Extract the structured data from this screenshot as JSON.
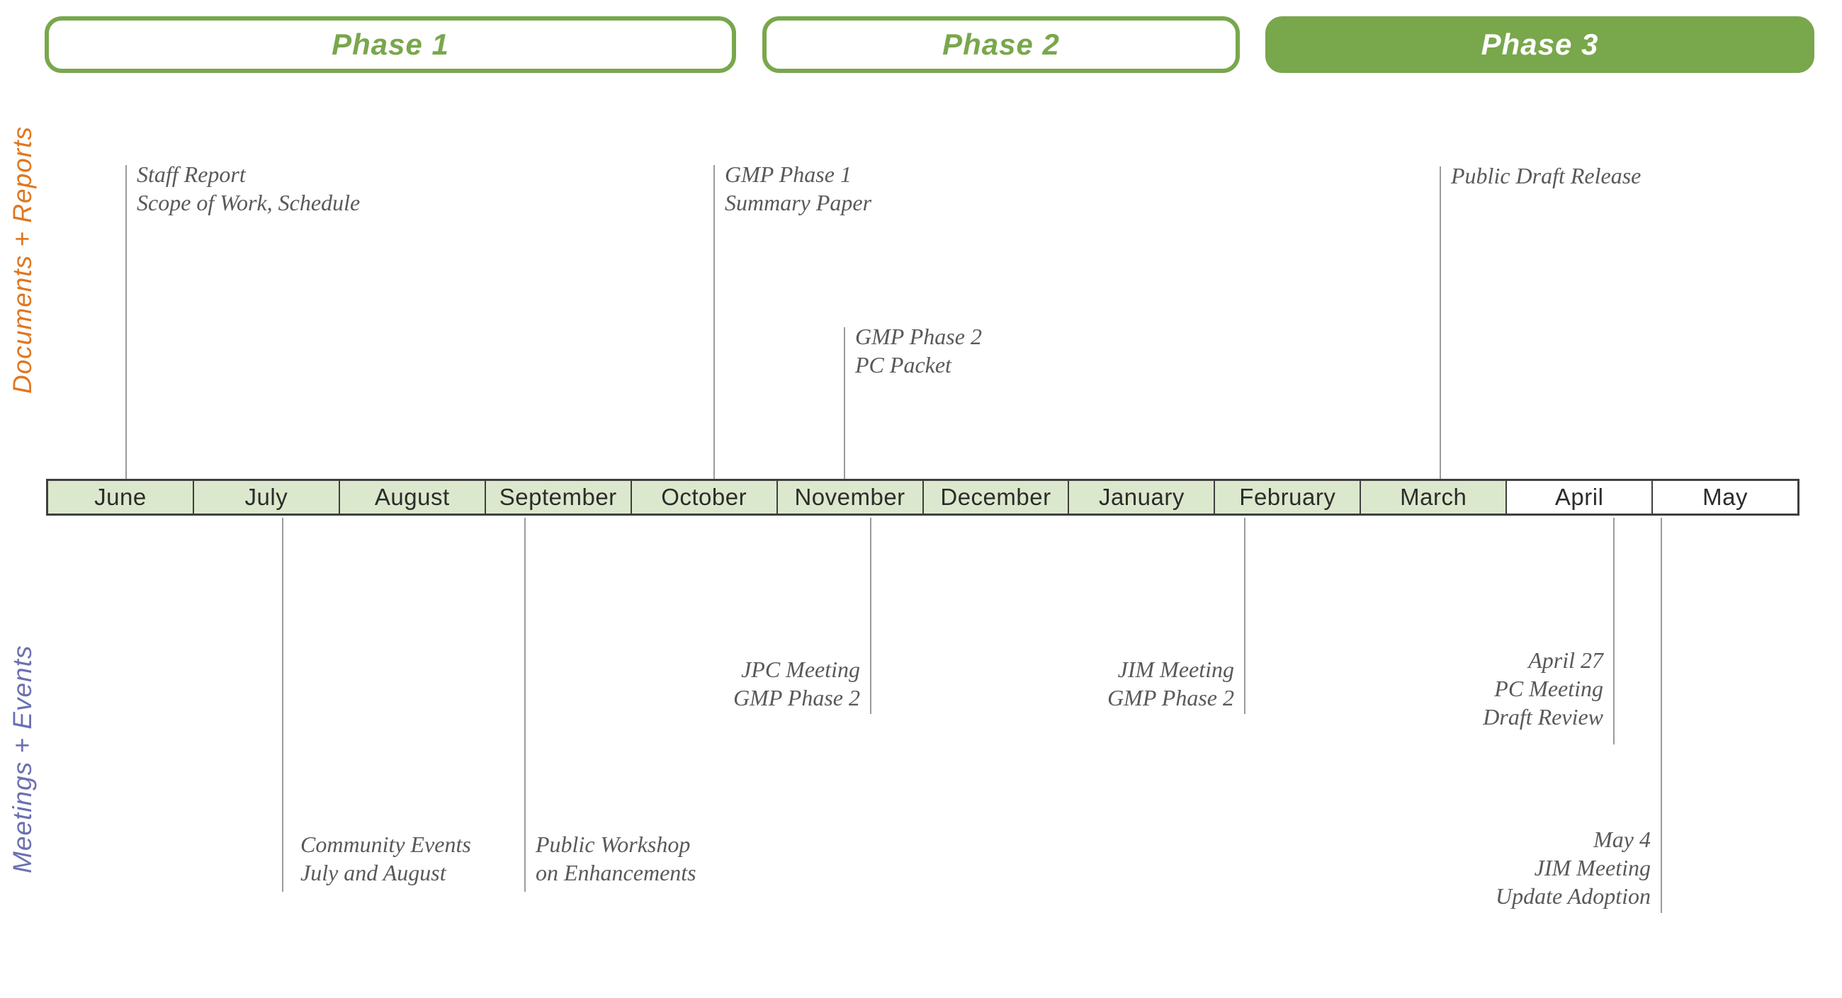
{
  "phases": [
    {
      "label": "Phase 1",
      "filled": false
    },
    {
      "label": "Phase 2",
      "filled": false
    },
    {
      "label": "Phase 3",
      "filled": true
    }
  ],
  "lanes": {
    "documents_label": "Documents + Reports",
    "meetings_label": "Meetings + Events"
  },
  "months": [
    {
      "label": "June",
      "highlighted": true
    },
    {
      "label": "July",
      "highlighted": true
    },
    {
      "label": "August",
      "highlighted": true
    },
    {
      "label": "September",
      "highlighted": true
    },
    {
      "label": "October",
      "highlighted": true
    },
    {
      "label": "November",
      "highlighted": true
    },
    {
      "label": "December",
      "highlighted": true
    },
    {
      "label": "January",
      "highlighted": true
    },
    {
      "label": "February",
      "highlighted": true
    },
    {
      "label": "March",
      "highlighted": true
    },
    {
      "label": "April",
      "highlighted": false
    },
    {
      "label": "May",
      "highlighted": false
    }
  ],
  "document_events": [
    {
      "month": "June",
      "line1": "Staff Report",
      "line2": "Scope of Work, Schedule"
    },
    {
      "month": "October",
      "line1": "GMP Phase 1",
      "line2": "Summary Paper"
    },
    {
      "month": "November",
      "line1": "GMP Phase 2",
      "line2": "PC Packet"
    },
    {
      "month": "March",
      "line1": "Public Draft Release"
    }
  ],
  "meeting_events": [
    {
      "month": "July",
      "line1": "Community Events",
      "line2": "July and August"
    },
    {
      "month": "September",
      "line1": "Public Workshop",
      "line2": "on Enhancements"
    },
    {
      "month": "November",
      "line1": "JPC Meeting",
      "line2": "GMP Phase 2"
    },
    {
      "month": "February",
      "line1": "JIM Meeting",
      "line2": "GMP Phase 2"
    },
    {
      "month": "April",
      "line1": "April 27",
      "line2": "PC Meeting",
      "line3": "Draft Review"
    },
    {
      "month": "May",
      "line1": "May 4",
      "line2": "JIM Meeting",
      "line3": "Update Adoption"
    }
  ],
  "colors": {
    "phase_green": "#79A74C",
    "month_highlight_green": "#DCE8CD",
    "bar_border": "#3F3F3F",
    "month_text": "#2B2D2A",
    "documents_lane_orange": "#E0761F",
    "meetings_lane_blue": "#6B70B2",
    "event_text_gray": "#58595B",
    "connector_gray": "#9B9B9B"
  }
}
